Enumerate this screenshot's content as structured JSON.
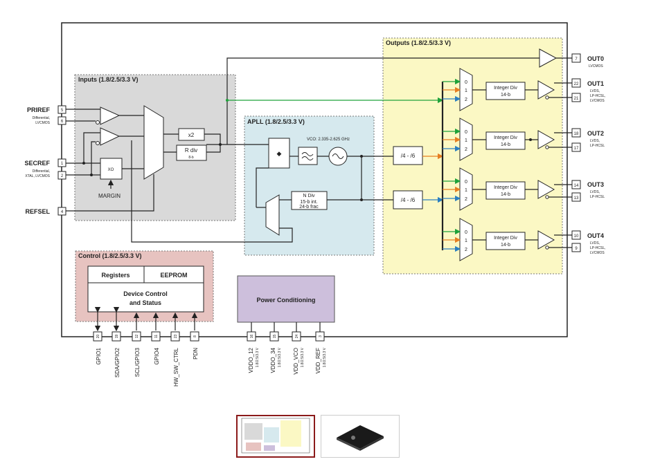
{
  "blocks": {
    "inputs": "Inputs (1.8/2.5/3.3 V)",
    "apll": "APLL (1.8/2.5/3.3 V)",
    "outputs": "Outputs (1.8/2.5/3.3 V)",
    "control": "Control (1.8/2.5/3.3 V)",
    "registers": "Registers",
    "eeprom": "EEPROM",
    "device_control_1": "Device Control",
    "device_control_2": "and Status",
    "power": "Power Conditioning",
    "x2": "x2",
    "rdiv": "R div",
    "rdiv_sub": "8-b",
    "xo": "XO",
    "margin": "MARGIN",
    "vco": "VCO: 2.335-2.625 GHz",
    "ndiv_1": "N Div",
    "ndiv_2": "15-b int.",
    "ndiv_3": "24-b frac",
    "div46_a": "/4 - /6",
    "div46_b": "/4 - /6",
    "intdiv": "Integer Div",
    "intdiv_sub": "14-b",
    "mux0": "0",
    "mux1": "1",
    "mux2": "2"
  },
  "left_pins": {
    "priref": "PRIREF",
    "priref_sub": "Differential,",
    "priref_sub2": "LVCMOS",
    "secref": "SECREF",
    "secref_sub": "Differential,",
    "secref_sub2": "XTAL, LVCMOS",
    "refsel": "REFSEL",
    "n5": "5",
    "n6": "6",
    "n1": "1",
    "n2": "2",
    "n4": "4"
  },
  "outputs": [
    {
      "name": "OUT0",
      "sub": [
        "LVCMOS"
      ],
      "pins": [
        "7"
      ]
    },
    {
      "name": "OUT1",
      "sub": [
        "LVDS,",
        "LP-HCSL,",
        "LVCMOS"
      ],
      "pins": [
        "22",
        "21"
      ]
    },
    {
      "name": "OUT2",
      "sub": [
        "LVDS,",
        "LP-HCSL"
      ],
      "pins": [
        "18",
        "17"
      ]
    },
    {
      "name": "OUT3",
      "sub": [
        "LVDS,",
        "LP-HCSL"
      ],
      "pins": [
        "14",
        "13"
      ]
    },
    {
      "name": "OUT4",
      "sub": [
        "LVDS,",
        "LP-HCSL,",
        "LVCMOS"
      ],
      "pins": [
        "10",
        "9"
      ]
    }
  ],
  "bottom_pins": [
    {
      "num": "20",
      "label": "GPIO1",
      "sub": ""
    },
    {
      "num": "19",
      "label": "SDA/GPIO2",
      "sub": ""
    },
    {
      "num": "12",
      "label": "SCL/GPIO3",
      "sub": ""
    },
    {
      "num": "11",
      "label": "GPIO4",
      "sub": ""
    },
    {
      "num": "23",
      "label": "HW_SW_CTRL",
      "sub": ""
    },
    {
      "num": "8",
      "label": "PDN",
      "sub": ""
    },
    {
      "num": "16",
      "label": "VDDO_12",
      "sub": "1.8/2.5/3.3 V"
    },
    {
      "num": "15",
      "label": "VDDO_34",
      "sub": "1.8/2.5/3.3 V"
    },
    {
      "num": "24",
      "label": "VDD_VCO",
      "sub": "1.8/2.5/3.3 V"
    },
    {
      "num": "3",
      "label": "VDD_REF",
      "sub": "1.8/2.5/3.3 V"
    }
  ],
  "colors": {
    "inputs_bg": "#d9d9d9",
    "apll_bg": "#d6e9ee",
    "outputs_bg": "#fbf8c4",
    "control_bg": "#e7c3c0",
    "power_bg": "#cdbfdc",
    "green": "#1fa23a",
    "orange": "#e67e22",
    "blue": "#2a7fc1"
  },
  "thumbnails": [
    "block-diagram-thumbnail",
    "chip-photo-thumbnail"
  ]
}
